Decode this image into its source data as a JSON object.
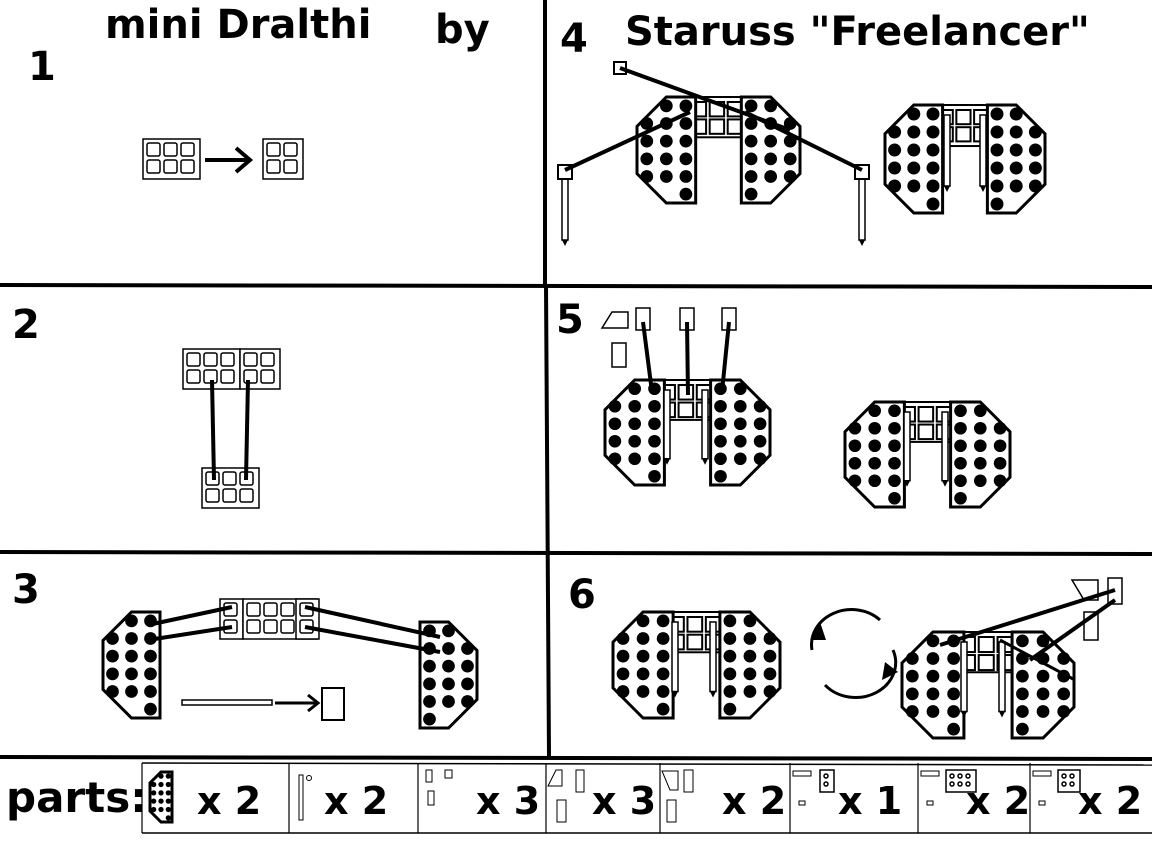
{
  "title": {
    "name": "mini Dralthi",
    "by": "by",
    "author": "Staruss \"Freelancer\""
  },
  "steps": [
    "1",
    "2",
    "3",
    "4",
    "5",
    "6"
  ],
  "parts": {
    "label": "parts:",
    "items": [
      {
        "icon": "wing-plate-icon",
        "count": "x 2"
      },
      {
        "icon": "antenna-bar-icon",
        "count": "x 2"
      },
      {
        "icon": "clip-brick-icon",
        "count": "x 3"
      },
      {
        "icon": "slope-brick-icon",
        "count": "x 3"
      },
      {
        "icon": "wedge-slope-icon",
        "count": "x 2"
      },
      {
        "icon": "plate-1x2-icon",
        "count": "x 1"
      },
      {
        "icon": "plate-2x3-icon",
        "count": "x 2"
      },
      {
        "icon": "plate-2x2-icon",
        "count": "x 2"
      }
    ]
  },
  "colors": {
    "ink": "#000000",
    "paper": "#ffffff"
  }
}
